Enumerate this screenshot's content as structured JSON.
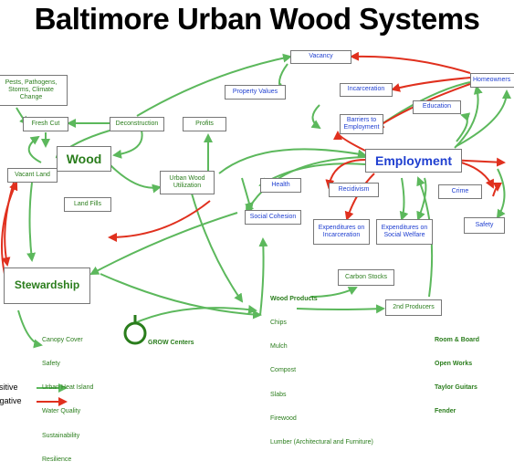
{
  "title": "Baltimore Urban Wood Systems",
  "colors": {
    "green": "#2a7d1c",
    "blue": "#1f3fd0",
    "positive_arrow": "#5cb85c",
    "negative_arrow": "#e0301e"
  },
  "nodes": {
    "vacancy": "Vacancy",
    "property_values": "Property Values",
    "incarceration": "Incarceration",
    "homeowners": "Homeowners",
    "education": "Education",
    "barriers": "Barriers to Employment",
    "pests": "Pests, Pathogens, Storms, Climate Change",
    "fresh_cut": "Fresh Cut",
    "deconstruction": "Deconstruction",
    "profits": "Profits",
    "wood": "Wood",
    "employment": "Employment",
    "vacant_land": "Vacant Land",
    "urban_wood": "Urban Wood Utilization",
    "health": "Health",
    "recidivism": "Recidivism",
    "crime": "Crime",
    "land_fills": "Land Fills",
    "social_cohesion": "Social Cohesion",
    "exp_incarceration": "Expenditures on Incarceration",
    "exp_welfare": "Expenditures on Social Welfare",
    "safety": "Safety",
    "carbon_stocks": "Carbon Stocks",
    "stewardship": "Stewardship",
    "second_producers": "2nd Producers"
  },
  "wood_products": {
    "heading": "Wood Products",
    "items": [
      "Chips",
      "Mulch",
      "Compost",
      "Slabs",
      "Firewood",
      "Lumber (Architectural and Furniture)"
    ]
  },
  "stewardship_outcomes": [
    "Canopy Cover",
    "Safety",
    "Urban Heat Island",
    "Water Quality",
    "Sustainability",
    "Resilience"
  ],
  "producers_list": [
    "Room & Board",
    "Open Works",
    "Taylor Guitars",
    "Fender"
  ],
  "grow_centers": "GROW Centers",
  "legend": {
    "positive": "Positive",
    "negative": "Negative"
  }
}
